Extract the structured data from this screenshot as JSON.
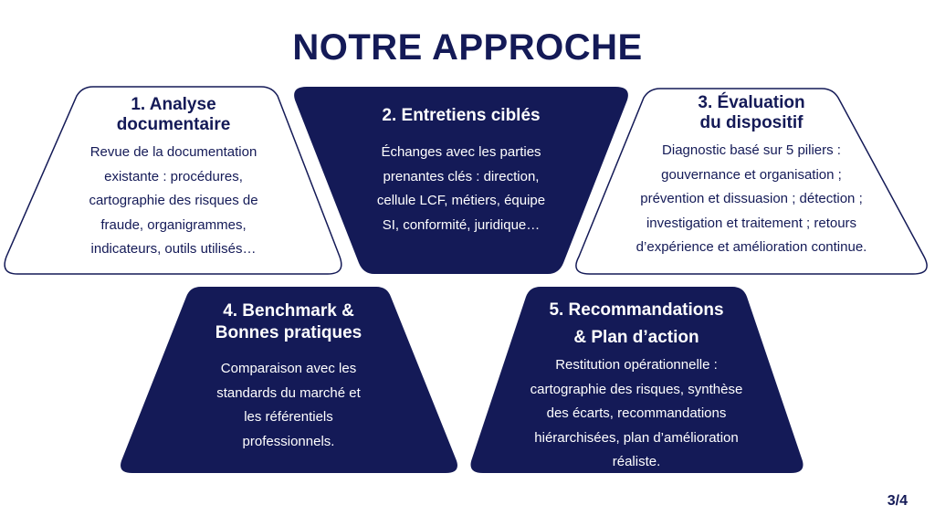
{
  "title": "NOTRE APPROCHE",
  "colors": {
    "navy": "#141a57",
    "white": "#ffffff"
  },
  "steps": [
    {
      "title_lines": [
        "1. Analyse",
        "documentaire"
      ],
      "body_lines": [
        "Revue de la documentation",
        "existante : procédures,",
        "cartographie des risques de",
        "fraude, organigrammes,",
        "indicateurs, outils utilisés…"
      ]
    },
    {
      "title_lines": [
        "2. Entretiens ciblés"
      ],
      "body_lines": [
        "Échanges avec les parties",
        "prenantes clés : direction,",
        "cellule LCF, métiers, équipe",
        "SI, conformité, juridique…"
      ]
    },
    {
      "title_lines": [
        "3. Évaluation",
        "du dispositif"
      ],
      "body_lines": [
        "Diagnostic basé sur 5 piliers :",
        "gouvernance et organisation ;",
        "prévention et dissuasion ; détection ;",
        "investigation et traitement ; retours",
        "d’expérience et amélioration continue."
      ]
    },
    {
      "title_lines": [
        "4. Benchmark &",
        "Bonnes pratiques"
      ],
      "body_lines": [
        "Comparaison avec les",
        "standards du marché et",
        "les référentiels",
        "professionnels."
      ]
    },
    {
      "title_lines": [
        "5. Recommandations",
        "& Plan d’action"
      ],
      "body_lines": [
        "Restitution opérationnelle :",
        "cartographie des risques, synthèse",
        "des écarts, recommandations",
        "hiérarchisées, plan d’amélioration",
        "réaliste."
      ]
    }
  ],
  "page_number": "3/4"
}
